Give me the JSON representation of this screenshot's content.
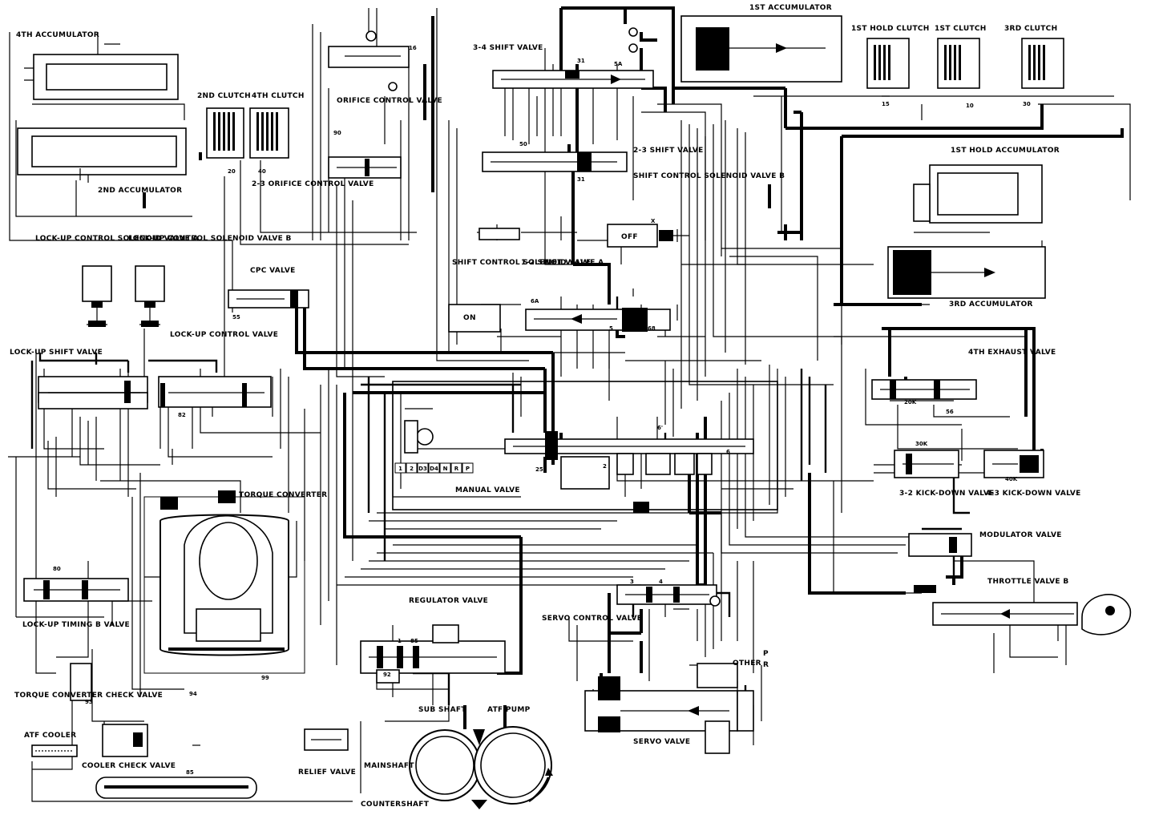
{
  "labels": {
    "acc4": "4TH ACCUMULATOR",
    "acc1": "1ST ACCUMULATOR",
    "hold1": "1ST HOLD CLUTCH",
    "clutch1": "1ST CLUTCH",
    "clutch3": "3RD CLUTCH",
    "v34": "3-4 SHIFT VALVE",
    "orifice": "ORIFICE CONTROL VALVE",
    "clutch2": "2ND CLUTCH",
    "clutch4": "4TH CLUTCH",
    "orifice23": "2-3 ORIFICE CONTROL VALVE",
    "acc2": "2ND ACCUMULATOR",
    "v23": "2-3 SHIFT VALVE",
    "solB": "SHIFT CONTROL SOLENOID VALVE B",
    "holdacc1": "1ST HOLD ACCUMULATOR",
    "lockA": "LOCK-UP CONTROL SOLENOID VALVE A",
    "lockB": "LOCK-UP CONTROL SOLENOID VALVE B",
    "cpc": "CPC VALVE",
    "solA": "SHIFT CONTROL SOLENOID VALVE A",
    "v12": "1-2 SHIFT VALVE",
    "off": "OFF",
    "on": "ON",
    "acc3": "3RD ACCUMULATOR",
    "lockctl": "LOCK-UP CONTROL VALVE",
    "lockshift": "LOCK-UP SHIFT VALVE",
    "exh4": "4TH EXHAUST VALVE",
    "manual": "MANUAL VALVE",
    "kd32": "3-2 KICK-DOWN VALVE",
    "kd43": "4-3 KICK-DOWN VALVE",
    "torque": "TORQUE CONVERTER",
    "modulator": "MODULATOR VALVE",
    "throttleB": "THROTTLE VALVE B",
    "regulator": "REGULATOR VALVE",
    "servoctl": "SERVO CONTROL VALVE",
    "locktiming": "LOCK-UP TIMING B VALVE",
    "tccheck": "TORQUE CONVERTER CHECK VALVE",
    "other": "OTHER",
    "p": "P",
    "r": "R",
    "subshaft": "SUB SHAFT",
    "atfpump": "ATF PUMP",
    "atfcooler": "ATF COOLER",
    "servo": "SERVO VALVE",
    "coolercheck": "COOLER CHECK VALVE",
    "relief": "RELIEF VALVE",
    "mainshaft": "MAINSHAFT",
    "countershaft": "COUNTERSHAFT"
  },
  "gear_positions": [
    "1",
    "2",
    "D3",
    "D4",
    "N",
    "R",
    "P"
  ],
  "ports": {
    "p16": "16",
    "p31": "31",
    "p30": "30",
    "p20": "20",
    "p40": "40",
    "p90": "90",
    "p55": "55",
    "p15": "15",
    "p10": "10",
    "p20k": "20K",
    "p25": "25",
    "p3": "3",
    "p4": "4",
    "p5": "5",
    "p6": "6",
    "p80": "80",
    "p82": "82",
    "p1": "1",
    "p85": "85",
    "p92": "92",
    "p93": "93",
    "p94": "94",
    "p99": "99",
    "p65": "65",
    "p68": "68",
    "p4p": "4'",
    "p6A": "6A",
    "p5A": "5A",
    "p2": "2",
    "px": "X",
    "p50": "50",
    "p56": "56",
    "p40k": "40K",
    "p30k": "30K",
    "p6p": "6'"
  }
}
